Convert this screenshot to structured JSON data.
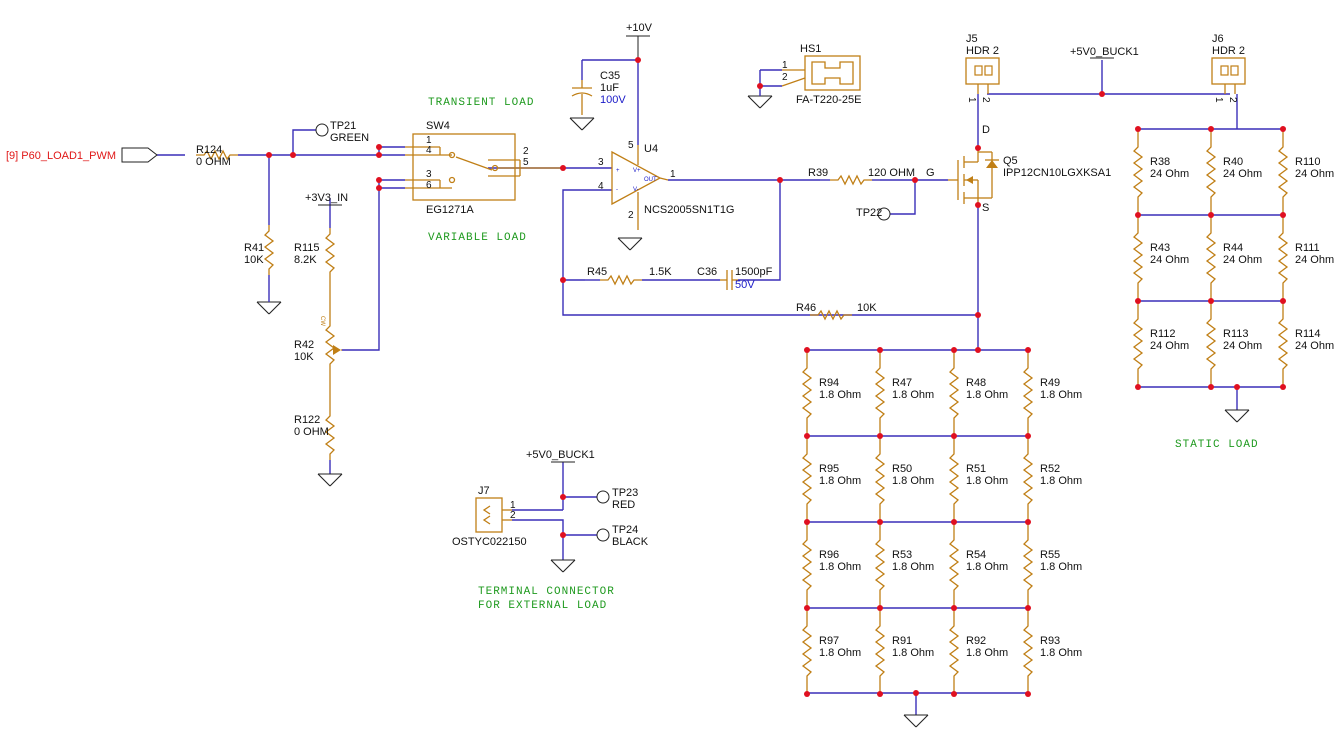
{
  "nets": {
    "input": "[9]  P60_LOAD1_PWM",
    "v10": "+10V",
    "v3v3": "+3V3_IN",
    "v5_top": "+5V0_BUCK1",
    "v5_bottom": "+5V0_BUCK1"
  },
  "titles": {
    "transient": "TRANSIENT LOAD",
    "variable": "VARIABLE LOAD",
    "static": "STATIC LOAD",
    "terminal_1": "TERMINAL CONNECTOR",
    "terminal_2": "FOR EXTERNAL LOAD"
  },
  "parts": {
    "R124": {
      "ref": "R124",
      "val": "0 OHM"
    },
    "TP21": {
      "ref": "TP21",
      "val": "GREEN"
    },
    "SW4": {
      "ref": "SW4",
      "val": "EG1271A",
      "p1": "1",
      "p4": "4",
      "p3": "3",
      "p6": "6",
      "p2": "2",
      "p5": "5"
    },
    "R41": {
      "ref": "R41",
      "val": "10K"
    },
    "R115": {
      "ref": "R115",
      "val": "8.2K"
    },
    "R42": {
      "ref": "R42",
      "val": "10K",
      "mark": "CW"
    },
    "R122": {
      "ref": "R122",
      "val": "0 OHM"
    },
    "C35": {
      "ref": "C35",
      "val": "1uF",
      "volt": "100V"
    },
    "U4": {
      "ref": "U4",
      "val": "NCS2005SN1T1G",
      "p3": "3",
      "p4": "4",
      "p5": "5",
      "p2": "2",
      "p1": "1",
      "plus": "+",
      "minus": "-",
      "vplus": "V+",
      "vminus": "V-",
      "out": "OUT"
    },
    "HS1": {
      "ref": "HS1",
      "val": "FA-T220-25E",
      "p1": "1",
      "p2": "2"
    },
    "R39": {
      "ref": "R39",
      "val": "120 OHM"
    },
    "TP22": {
      "ref": "TP22"
    },
    "Q5": {
      "ref": "Q5",
      "val": "IPP12CN10LGXKSA1",
      "d": "D",
      "g": "G",
      "s": "S"
    },
    "R45": {
      "ref": "R45",
      "val": "1.5K"
    },
    "C36": {
      "ref": "C36",
      "val": "1500pF",
      "volt": "50V"
    },
    "R46": {
      "ref": "R46",
      "val": "10K"
    },
    "J5": {
      "ref": "J5",
      "val": "HDR 2",
      "p1": "1",
      "p2": "2"
    },
    "J6": {
      "ref": "J6",
      "val": "HDR 2",
      "p1": "1",
      "p2": "2"
    },
    "J7": {
      "ref": "J7",
      "val": "OSTYC022150",
      "p1": "1",
      "p2": "2"
    },
    "TP23": {
      "ref": "TP23",
      "val": "RED"
    },
    "TP24": {
      "ref": "TP24",
      "val": "BLACK"
    }
  },
  "static_resistors": [
    {
      "ref": "R38",
      "val": "24 Ohm"
    },
    {
      "ref": "R40",
      "val": "24 Ohm"
    },
    {
      "ref": "R110",
      "val": "24 Ohm"
    },
    {
      "ref": "R43",
      "val": "24 Ohm"
    },
    {
      "ref": "R44",
      "val": "24 Ohm"
    },
    {
      "ref": "R111",
      "val": "24 Ohm"
    },
    {
      "ref": "R112",
      "val": "24 Ohm"
    },
    {
      "ref": "R113",
      "val": "24 Ohm"
    },
    {
      "ref": "R114",
      "val": "24 Ohm"
    }
  ],
  "load_resistors": [
    {
      "ref": "R94",
      "val": "1.8 Ohm"
    },
    {
      "ref": "R47",
      "val": "1.8 Ohm"
    },
    {
      "ref": "R48",
      "val": "1.8 Ohm"
    },
    {
      "ref": "R49",
      "val": "1.8 Ohm"
    },
    {
      "ref": "R95",
      "val": "1.8 Ohm"
    },
    {
      "ref": "R50",
      "val": "1.8 Ohm"
    },
    {
      "ref": "R51",
      "val": "1.8 Ohm"
    },
    {
      "ref": "R52",
      "val": "1.8 Ohm"
    },
    {
      "ref": "R96",
      "val": "1.8 Ohm"
    },
    {
      "ref": "R53",
      "val": "1.8 Ohm"
    },
    {
      "ref": "R54",
      "val": "1.8 Ohm"
    },
    {
      "ref": "R55",
      "val": "1.8 Ohm"
    },
    {
      "ref": "R97",
      "val": "1.8 Ohm"
    },
    {
      "ref": "R91",
      "val": "1.8 Ohm"
    },
    {
      "ref": "R92",
      "val": "1.8 Ohm"
    },
    {
      "ref": "R93",
      "val": "1.8 Ohm"
    }
  ],
  "colors": {
    "wire": "#3a2fb8",
    "component": "#c07f16",
    "junction": "#e01020",
    "net_label": "#e01818",
    "note": "#1f9a1f",
    "value_blue": "#1a1ac8"
  }
}
